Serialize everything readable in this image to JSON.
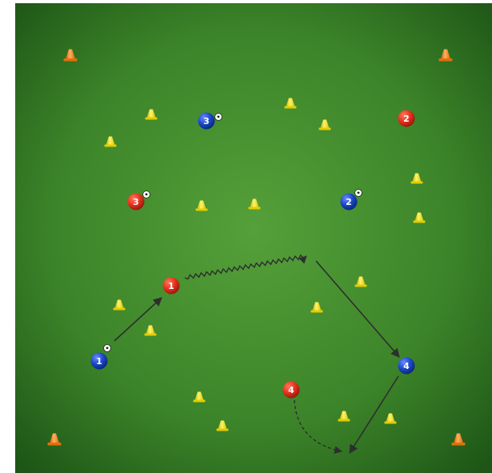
{
  "colors": {
    "field_center": "#4f9a34",
    "field_edge": "#1f5a16",
    "red_team": "#e8321f",
    "blue_team": "#1c49c9",
    "small_cone": "#f0d800",
    "corner_cone": "#ee7a12",
    "arrow": "#333333"
  },
  "players": {
    "red": [
      {
        "label": "1",
        "has_ball": false
      },
      {
        "label": "2",
        "has_ball": false
      },
      {
        "label": "3",
        "has_ball": true
      },
      {
        "label": "4",
        "has_ball": false
      }
    ],
    "blue": [
      {
        "label": "1",
        "has_ball": true
      },
      {
        "label": "2",
        "has_ball": true
      },
      {
        "label": "3",
        "has_ball": true
      },
      {
        "label": "4",
        "has_ball": false
      }
    ]
  },
  "icons": {
    "small_cone": "small-cone-icon",
    "corner_cone": "corner-cone-icon",
    "ball": "soccer-ball-icon"
  }
}
